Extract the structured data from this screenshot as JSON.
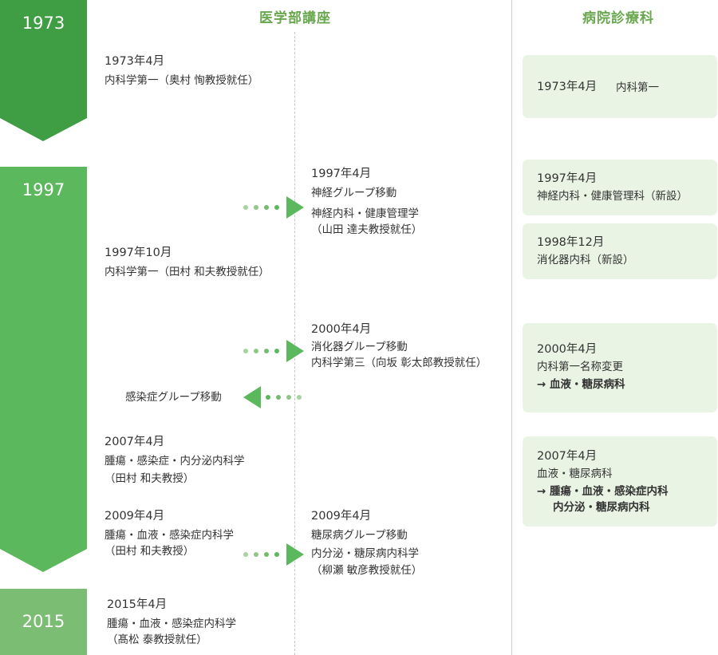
{
  "headers": {
    "lecture": "医学部講座",
    "hospital": "病院診療科"
  },
  "colors": {
    "dark_green": "#3f9d44",
    "mid_green": "#5cb85c",
    "light_green": "#7bbd73",
    "card_bg": "#e9f4e4",
    "header_text": "#6aa84f"
  },
  "years": [
    "1973",
    "1997",
    "2015"
  ],
  "lecture": {
    "e1973": {
      "date": "1973年4月",
      "text": "内科学第一（奥村 恂教授就任）"
    },
    "e1997a": {
      "date": "1997年4月",
      "line1": "神経グループ移動",
      "line2": "神経内科・健康管理学",
      "line3": "（山田 達夫教授就任）"
    },
    "e1997b": {
      "date": "1997年10月",
      "text": "内科学第一（田村 和夫教授就任）"
    },
    "e2000": {
      "date": "2000年4月",
      "line1": "消化器グループ移動",
      "line2": "内科学第三（向坂 彰太郎教授就任）"
    },
    "infection": "感染症グループ移動",
    "e2007": {
      "date": "2007年4月",
      "line1": "腫瘍・感染症・内分泌内科学",
      "line2": "（田村 和夫教授）"
    },
    "e2009a": {
      "date": "2009年4月",
      "line1": "腫瘍・血液・感染症内科学",
      "line2": "（田村 和夫教授）"
    },
    "e2009b": {
      "date": "2009年4月",
      "line1": "糖尿病グループ移動",
      "line2": "内分泌・糖尿病内科学",
      "line3": "（柳瀬 敏彦教授就任）"
    },
    "e2015": {
      "date": "2015年4月",
      "line1": "腫瘍・血液・感染症内科学",
      "line2": "（髙松 泰教授就任）"
    }
  },
  "hospital": {
    "c1": {
      "date": "1973年4月",
      "text": "内科第一"
    },
    "c2": {
      "date": "1997年4月",
      "text": "神経内科・健康管理科（新設）"
    },
    "c3": {
      "date": "1998年12月",
      "text": "消化器内科（新設）"
    },
    "c4": {
      "date": "2000年4月",
      "line1": "内科第一名称変更",
      "line2": "→ 血液・糖尿病科"
    },
    "c5": {
      "date": "2007年4月",
      "line1": "血液・糖尿病科",
      "line2": "→ 腫瘍・血液・感染症内科",
      "line3": "内分泌・糖尿病内科"
    }
  }
}
